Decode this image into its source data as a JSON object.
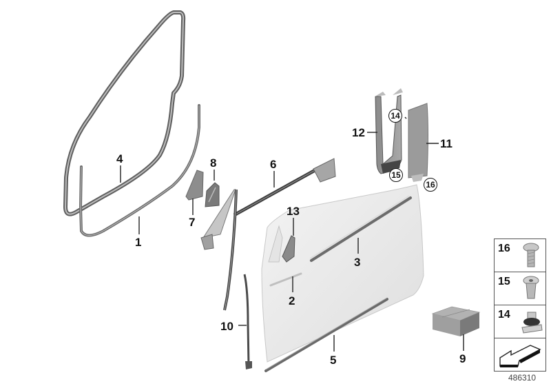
{
  "diagram": {
    "id_label": "486310",
    "background": "#ffffff",
    "callouts": [
      {
        "num": "1",
        "part": "door-seal-lower"
      },
      {
        "num": "2",
        "part": "door-trim-strip-lower"
      },
      {
        "num": "3",
        "part": "window-channel-outer-seal"
      },
      {
        "num": "4",
        "part": "door-frame-seal"
      },
      {
        "num": "5",
        "part": "door-bottom-seal"
      },
      {
        "num": "6",
        "part": "window-frame-upper-seal"
      },
      {
        "num": "7",
        "part": "mirror-triangle-cover"
      },
      {
        "num": "8",
        "part": "mirror-triangle-insert"
      },
      {
        "num": "9",
        "part": "sound-absorber-block"
      },
      {
        "num": "10",
        "part": "a-pillar-seal"
      },
      {
        "num": "11",
        "part": "b-pillar-cover"
      },
      {
        "num": "12",
        "part": "b-pillar-trim-frame"
      },
      {
        "num": "13",
        "part": "mirror-mount-bracket"
      }
    ],
    "circled_callouts": [
      {
        "num": "14",
        "part": "nut-clip"
      },
      {
        "num": "15",
        "part": "expanding-rivet"
      },
      {
        "num": "16",
        "part": "torx-screw"
      }
    ],
    "legend": [
      {
        "num": "16",
        "icon": "torx-screw-icon"
      },
      {
        "num": "15",
        "icon": "expanding-rivet-icon"
      },
      {
        "num": "14",
        "icon": "nut-clip-icon"
      },
      {
        "num": "",
        "icon": "direction-arrow-icon"
      }
    ]
  }
}
